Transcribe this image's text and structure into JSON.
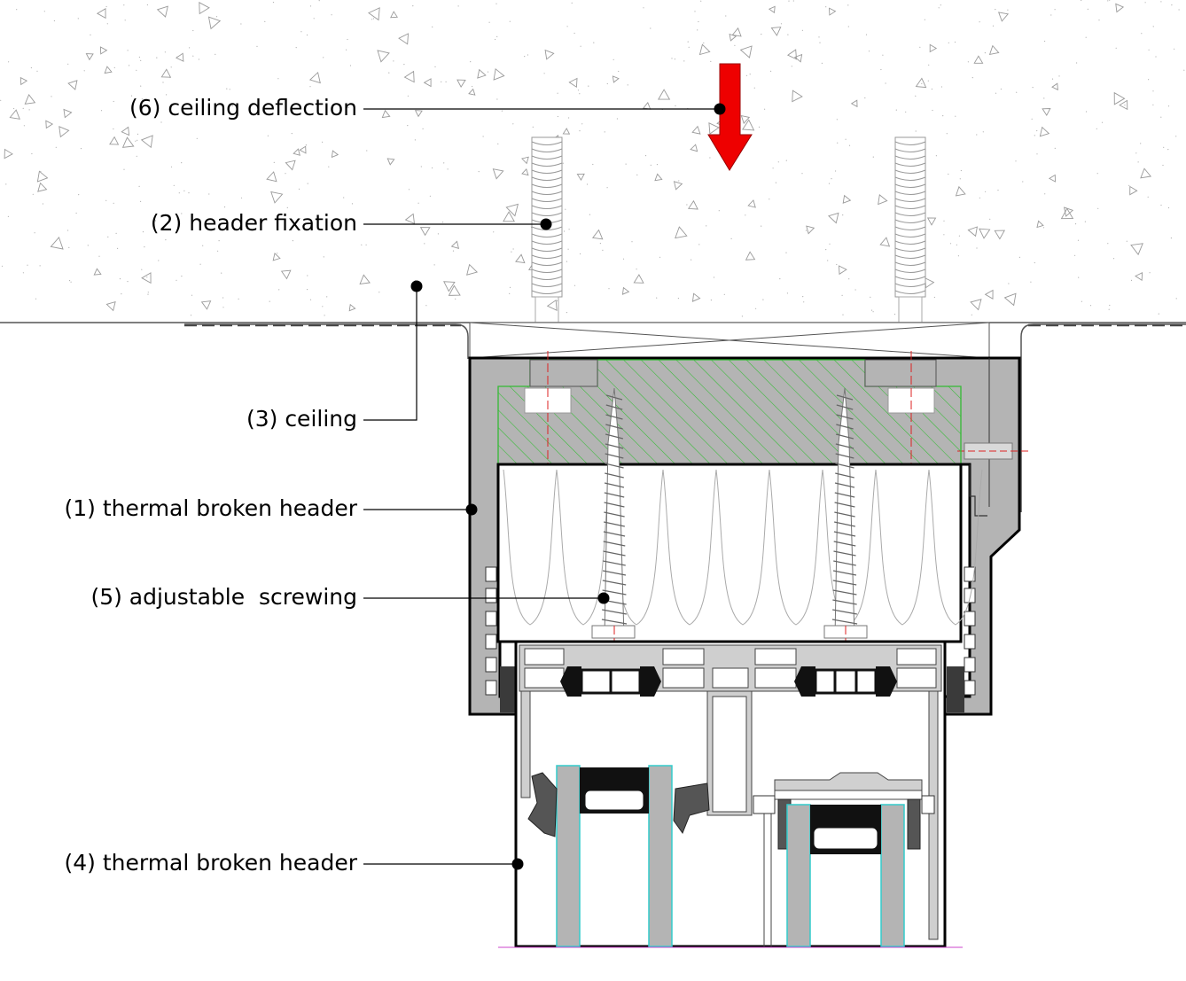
{
  "callouts": {
    "ceiling_deflection": "(6) ceiling deflection",
    "header_fixation": "(2) header fixation",
    "ceiling": "(3) ceiling",
    "thermal_broken_header_1": "(1) thermal broken header",
    "adjustable_screwing": "(5) adjustable  screwing",
    "thermal_broken_header_4": "(4) thermal broken header"
  },
  "colors": {
    "deflection_arrow": "#ee0000",
    "header_fill": "#b4b4b4",
    "hatch": "#33bb33",
    "centerline": "#dd2222",
    "glass_edge": "#33cccc",
    "leader": "#000000"
  }
}
